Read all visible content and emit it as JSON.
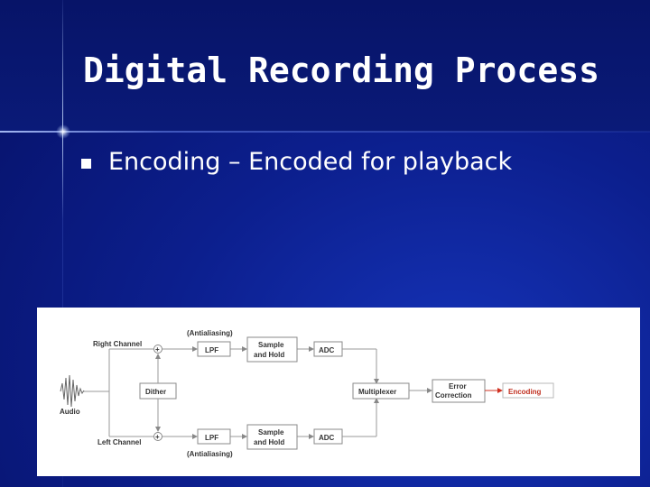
{
  "slide": {
    "title": "Digital Recording Process",
    "bullets": [
      {
        "text": "Encoding – Encoded for playback"
      }
    ]
  },
  "diagram": {
    "labels": {
      "right_channel": "Right Channel",
      "left_channel": "Left Channel",
      "audio": "Audio",
      "antialiasing": "(Antialiasing)",
      "lpf": "LPF",
      "sample_and_hold_line1": "Sample",
      "sample_and_hold_line2": "and Hold",
      "adc": "ADC",
      "dither": "Dither",
      "multiplexer": "Multiplexer",
      "error_correction_line1": "Error",
      "error_correction_line2": "Correction",
      "encoding": "Encoding",
      "plus": "+"
    },
    "colors": {
      "encoding_text": "#c03020",
      "encoding_arrow": "#d03020",
      "box_stroke": "#8a8a8a",
      "line": "#9a9a9a"
    }
  }
}
